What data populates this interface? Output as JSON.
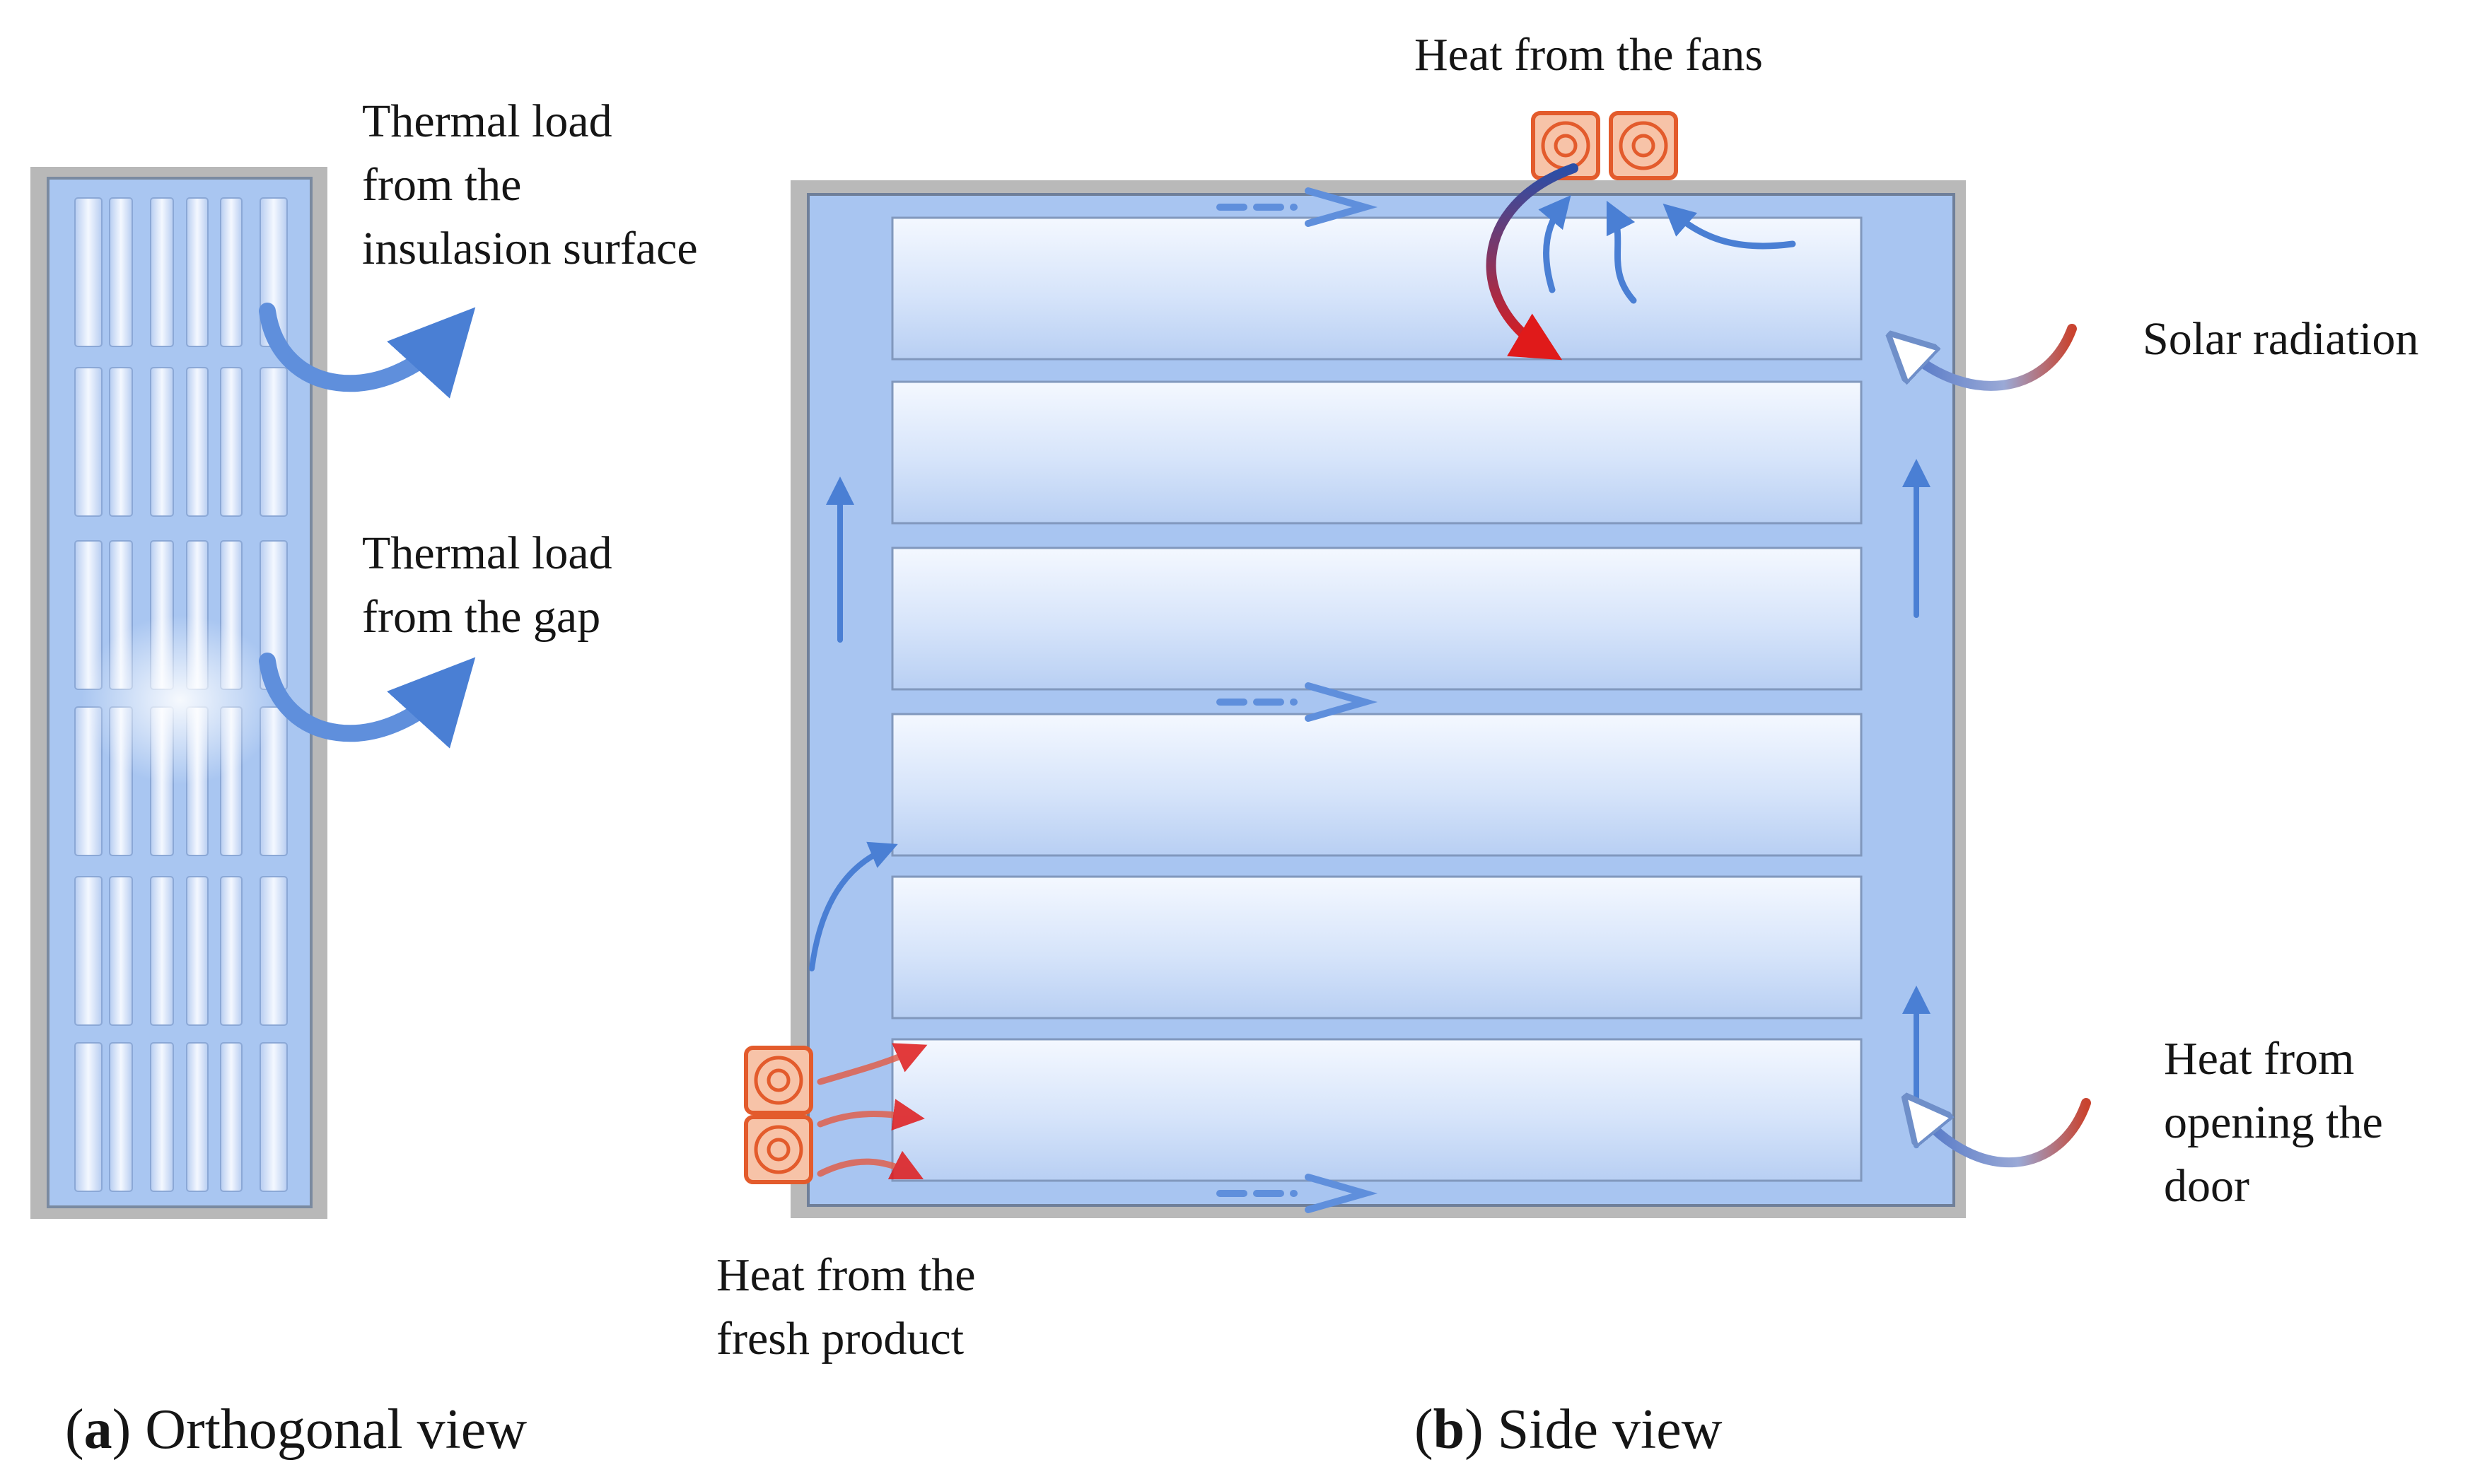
{
  "panel_a": {
    "labels": {
      "insulation": [
        "Thermal load",
        "from the",
        "insulasion surface"
      ],
      "gap": [
        "Thermal load",
        "from the gap"
      ]
    },
    "caption": {
      "letter": "a",
      "text": "Orthogonal view"
    }
  },
  "panel_b": {
    "labels": {
      "fans": "Heat from the fans",
      "solar": "Solar radiation",
      "door": [
        "Heat from",
        "opening the",
        "door"
      ],
      "product": [
        "Heat from the",
        "fresh product"
      ]
    },
    "caption": {
      "letter": "b",
      "text": "Side view"
    }
  },
  "colors": {
    "container_fill": "#a9c6f1",
    "shelf_light": "#f3f7ff",
    "shelf_dark": "#bcd3f5",
    "wall": "#b9b9b9",
    "air_arrow": "#3f74c9",
    "heat_arrow": "#d63d2c",
    "fan": "#e8643a"
  }
}
